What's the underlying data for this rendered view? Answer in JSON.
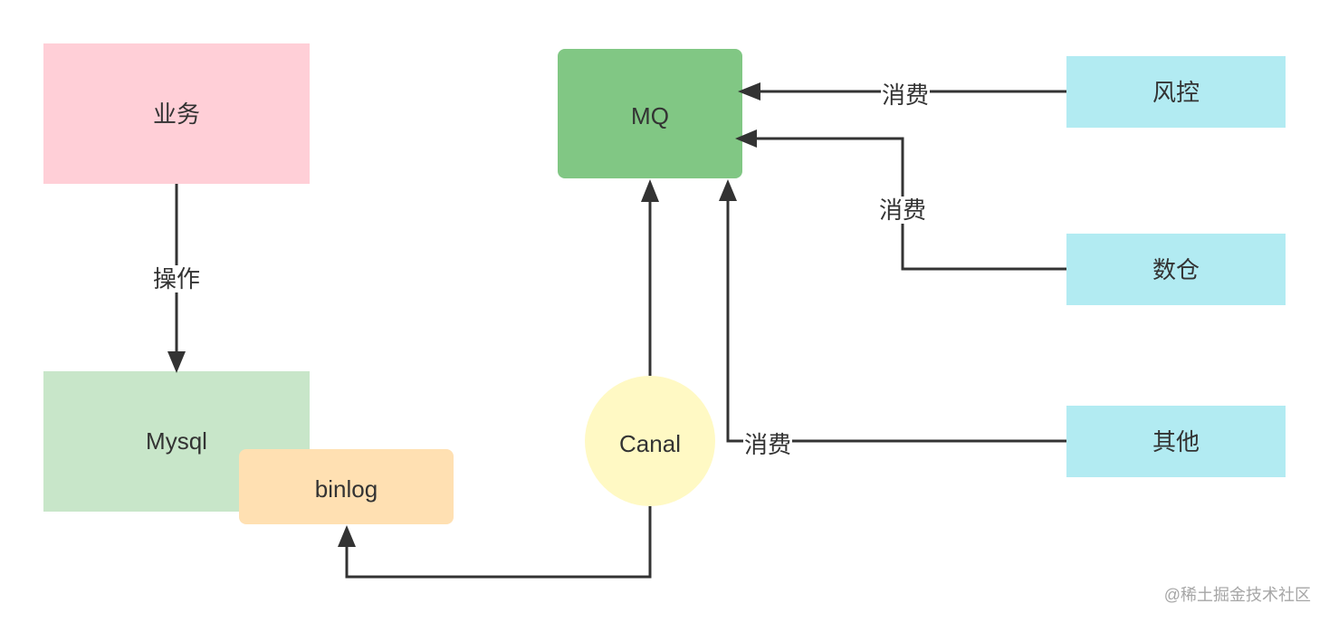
{
  "nodes": {
    "business": {
      "label": "业务",
      "color": "#FFCFD7"
    },
    "mysql": {
      "label": "Mysql",
      "color": "#C8E6C9"
    },
    "binlog": {
      "label": "binlog",
      "color": "#FFE0B2"
    },
    "canal": {
      "label": "Canal",
      "color": "#FFF9C4"
    },
    "mq": {
      "label": "MQ",
      "color": "#81C784"
    },
    "risk_control": {
      "label": "风控",
      "color": "#B2EBF2"
    },
    "data_warehouse": {
      "label": "数仓",
      "color": "#B2EBF2"
    },
    "other": {
      "label": "其他",
      "color": "#B2EBF2"
    }
  },
  "edges": {
    "business_to_mysql": {
      "label": "操作"
    },
    "risk_control_to_mq": {
      "label": "消费"
    },
    "data_warehouse_to_mq": {
      "label": "消费"
    },
    "other_to_mq": {
      "label": "消费"
    }
  },
  "colors": {
    "line": "#333333",
    "text": "#333333",
    "background": "#FFFFFF",
    "watermark": "#A6A6A6"
  },
  "watermark": "@稀土掘金技术社区"
}
